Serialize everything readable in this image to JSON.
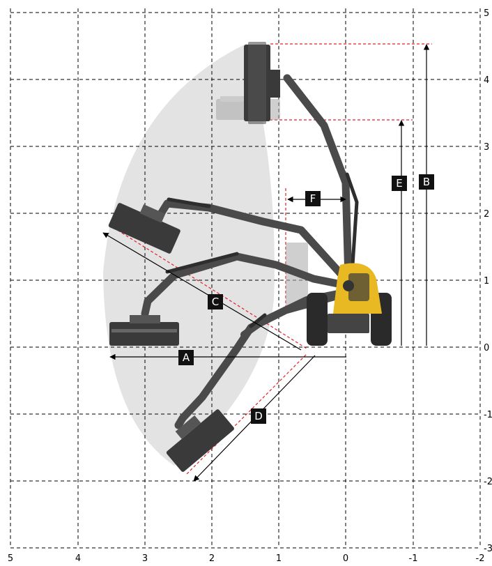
{
  "grid": {
    "x_ticks": [
      "5",
      "4",
      "3",
      "2",
      "1",
      "0",
      "-1",
      "-2"
    ],
    "y_ticks": [
      "5",
      "4",
      "3",
      "2",
      "1",
      "0",
      "-1",
      "-2",
      "-3"
    ]
  },
  "dimensions": [
    {
      "id": "A",
      "label": "A"
    },
    {
      "id": "B",
      "label": "B"
    },
    {
      "id": "C",
      "label": "C"
    },
    {
      "id": "D",
      "label": "D"
    },
    {
      "id": "E",
      "label": "E"
    },
    {
      "id": "F",
      "label": "F"
    }
  ],
  "colors": {
    "grid": "#000000",
    "reach_zone": "#e3e3e3",
    "boom": "#4a4a4a",
    "boom_dark": "#2e2e2e",
    "ghost": "#b8b8b8",
    "machine_body": "#e8b923",
    "dim_guide": "#e0202a",
    "label_bg": "#111111",
    "label_text": "#ffffff"
  }
}
